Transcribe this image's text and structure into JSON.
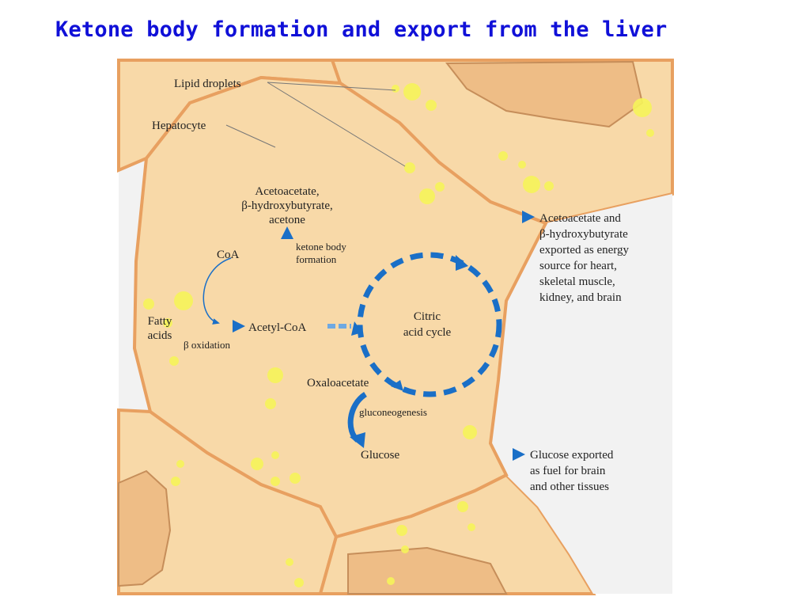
{
  "title": "Ketone body formation and export from the liver",
  "labels": {
    "lipid_droplets": "Lipid droplets",
    "hepatocyte": "Hepatocyte",
    "ketone_products": [
      "Acetoacetate,",
      "β-hydroxybutyrate,",
      "acetone"
    ],
    "ketone_body_formation": [
      "ketone body",
      "formation"
    ],
    "coa": "CoA",
    "fatty_acids": [
      "Fatty",
      "acids"
    ],
    "beta_oxidation": "β oxidation",
    "acetyl_coa": "Acetyl-CoA",
    "citric_acid_cycle": [
      "Citric",
      "acid cycle"
    ],
    "oxaloacetate": "Oxaloacetate",
    "gluconeogenesis": "gluconeogenesis",
    "glucose": "Glucose",
    "ketone_export": [
      "Acetoacetate and",
      "β-hydroxybutyrate",
      "exported as energy",
      "source for heart,",
      "skeletal muscle,",
      "kidney, and brain"
    ],
    "glucose_export": [
      "Glucose exported",
      "as fuel for brain",
      "and other tissues"
    ]
  },
  "colors": {
    "title": "#1010d8",
    "cell_fill": "#f8d9a8",
    "cell_border": "#e8a060",
    "background_panel": "#f2f2f2",
    "arrow": "#1a6fc7",
    "droplet": "#f6f45a"
  }
}
